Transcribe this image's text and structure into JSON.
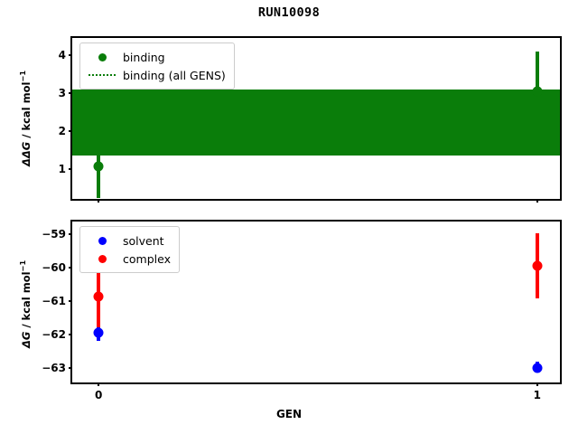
{
  "figure": {
    "title": "RUN10098",
    "xlabel": "GEN",
    "colors": {
      "binding": "#0a7d0a",
      "solvent": "#0000ff",
      "complex": "#ff0000",
      "axis": "#000000",
      "background": "#ffffff"
    }
  },
  "top_panel": {
    "ylabel_main": "ΔΔG",
    "ylabel_unit": " / kcal mol",
    "ylabel_exp": "−1",
    "yticks": [
      "1",
      "2",
      "3",
      "4"
    ],
    "legend": [
      {
        "label": "binding",
        "key": "dot",
        "color": "#0a7d0a"
      },
      {
        "label": "binding (all GENS)",
        "key": "dotted-line",
        "color": "#0a7d0a"
      }
    ]
  },
  "bottom_panel": {
    "ylabel_main": "ΔG",
    "ylabel_unit": " / kcal mol",
    "ylabel_exp": "−1",
    "yticks": [
      "−59",
      "−60",
      "−61",
      "−62",
      "−63"
    ],
    "legend": [
      {
        "label": "solvent",
        "key": "dot",
        "color": "#0000ff"
      },
      {
        "label": "complex",
        "key": "dot",
        "color": "#ff0000"
      }
    ]
  },
  "xticks": [
    "0",
    "1"
  ],
  "chart_data": [
    {
      "type": "scatter",
      "panel": "top",
      "title": "RUN10098",
      "xlabel": "GEN",
      "ylabel": "ΔΔG / kcal mol⁻¹",
      "xlim": [
        -0.06,
        1.06
      ],
      "ylim": [
        0.12,
        4.45
      ],
      "grid": false,
      "legend_position": "upper left",
      "x": [
        0,
        1
      ],
      "series": [
        {
          "name": "binding",
          "color": "#0a7d0a",
          "values": [
            1.06,
            3.05
          ],
          "yerr_low": [
            0.25,
            3.05
          ],
          "yerr_high": [
            1.85,
            4.1
          ]
        }
      ],
      "annotations": [
        {
          "name": "binding (all GENS)",
          "type": "horizontal-band",
          "color": "#0a7d0a",
          "ymin": 1.35,
          "ymax": 3.1,
          "center": 2.22
        }
      ]
    },
    {
      "type": "scatter",
      "panel": "bottom",
      "xlabel": "GEN",
      "ylabel": "ΔG / kcal mol⁻¹",
      "xlim": [
        -0.06,
        1.06
      ],
      "ylim": [
        -63.55,
        -58.62
      ],
      "grid": false,
      "legend_position": "upper left",
      "x": [
        0,
        1
      ],
      "series": [
        {
          "name": "solvent",
          "color": "#0000ff",
          "values": [
            -61.95,
            -63.0
          ],
          "yerr_low": [
            -62.2,
            -63.13
          ],
          "yerr_high": [
            -61.7,
            -62.82
          ]
        },
        {
          "name": "complex",
          "color": "#ff0000",
          "values": [
            -60.88,
            -59.95
          ],
          "yerr_low": [
            -61.78,
            -60.93
          ],
          "yerr_high": [
            -60.12,
            -58.97
          ]
        }
      ]
    }
  ]
}
